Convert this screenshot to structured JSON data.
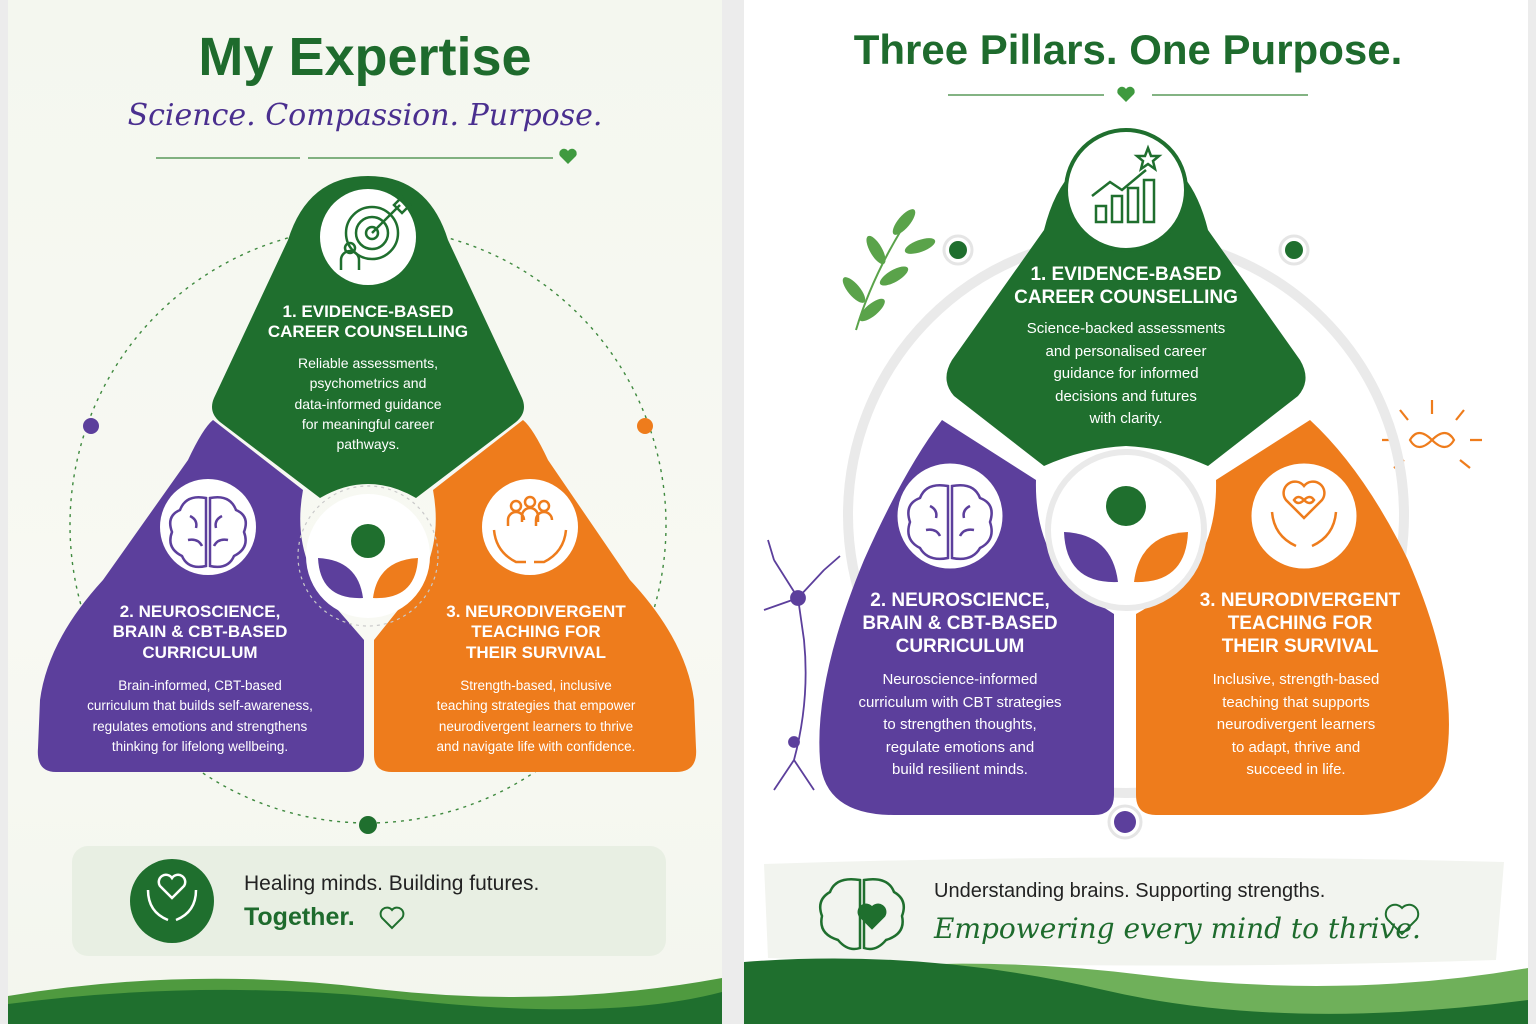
{
  "left": {
    "title": "My Expertise",
    "tagline": "Science. Compassion. Purpose.",
    "pillars": [
      {
        "icon": "target-person-icon",
        "heading": "1. EVIDENCE-BASED\nCAREER COUNSELLING",
        "body": "Reliable assessments,\npsychometrics and\ndata-informed guidance\nfor meaningful career\npathways."
      },
      {
        "icon": "brain-icon",
        "heading": "2. NEUROSCIENCE,\nBRAIN & CBT-BASED\nCURRICULUM",
        "body": "Brain-informed, CBT-based\ncurriculum that builds self-awareness,\nregulates emotions and strengthens\nthinking for lifelong wellbeing."
      },
      {
        "icon": "people-hands-icon",
        "heading": "3. NEURODIVERGENT\nTEACHING FOR\nTHEIR SURVIVAL",
        "body": "Strength-based, inclusive\nteaching strategies that empower\nneurodivergent learners to thrive\nand navigate life with confidence."
      }
    ],
    "banner": {
      "line1": "Healing minds. Building futures.",
      "line2": "Together."
    }
  },
  "right": {
    "title": "Three Pillars. One Purpose.",
    "pillars": [
      {
        "icon": "growth-chart-star-icon",
        "heading": "1. EVIDENCE-BASED\nCAREER COUNSELLING",
        "body": "Science-backed assessments\nand personalised career\nguidance for informed\ndecisions and futures\nwith clarity."
      },
      {
        "icon": "brain-icon",
        "heading": "2. NEUROSCIENCE,\nBRAIN & CBT-BASED\nCURRICULUM",
        "body": "Neuroscience-informed\ncurriculum with CBT strategies\nto strengthen thoughts,\nregulate emotions and\nbuild resilient minds."
      },
      {
        "icon": "heart-infinity-hands-icon",
        "heading": "3. NEURODIVERGENT\nTEACHING FOR\nTHEIR SURVIVAL",
        "body": "Inclusive, strength-based\nteaching that supports\nneurodivergent learners\nto adapt, thrive and\nsucceed in life."
      }
    ],
    "banner": {
      "line1": "Understanding brains. Supporting strengths.",
      "line2": "Empowering every mind to thrive."
    }
  },
  "colors": {
    "green": "#1f6f2e",
    "purple": "#5c3f9c",
    "orange": "#ee7c1c",
    "dark_green_text": "#1e6b2d",
    "tagline_purple": "#4a2f8f"
  }
}
